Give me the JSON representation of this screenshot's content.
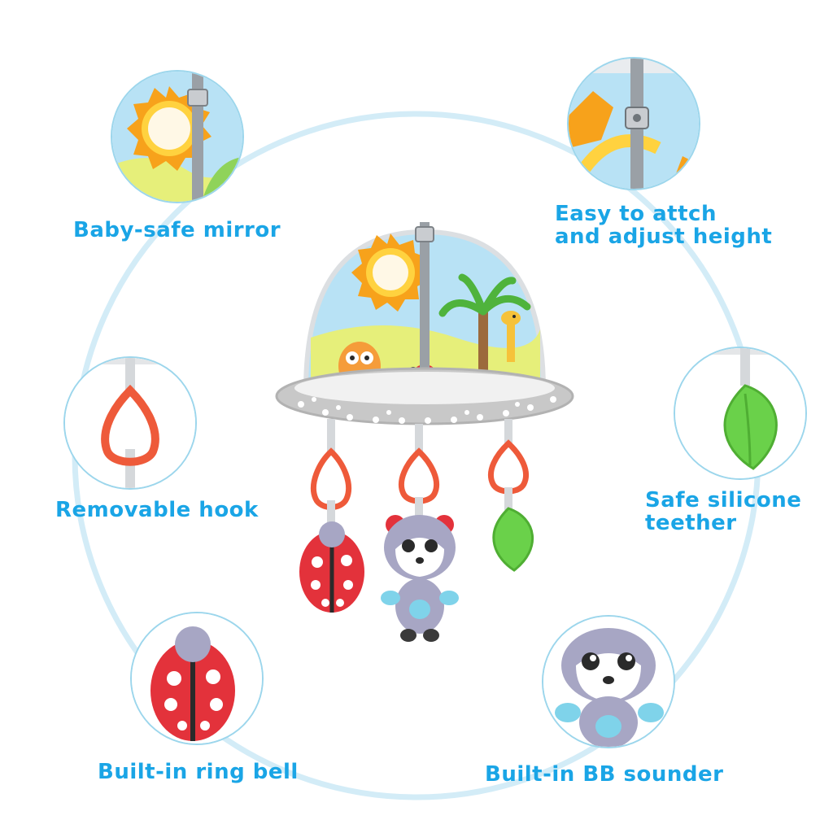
{
  "colors": {
    "label_text": "#1aa5e6",
    "ring": "#d3ecf7",
    "circle_border": "#9cd6ec",
    "sky": "#b8e2f5",
    "grass": "#e6ef7a",
    "sun": "#f7a21b",
    "ring_hook": "#ee5a3a",
    "teether": "#6ad14a",
    "ladybug": "#e3323b",
    "panda": "#a7a6c4",
    "base": "#c8c8c8"
  },
  "features": {
    "mirror": "Baby-safe mirror",
    "height_line1": "Easy to attch",
    "height_line2": "and adjust height",
    "hook": "Removable hook",
    "teether_line1": "Safe silicone",
    "teether_line2": "teether",
    "bell": "Built-in ring bell",
    "sounder": "Built-in BB sounder"
  },
  "icons": {
    "mirror": "sun-mirror-icon",
    "clip": "strap-clip-icon",
    "hook": "ring-hook-icon",
    "teether": "leaf-teether-icon",
    "bell": "ladybug-icon",
    "sounder": "panda-icon"
  }
}
